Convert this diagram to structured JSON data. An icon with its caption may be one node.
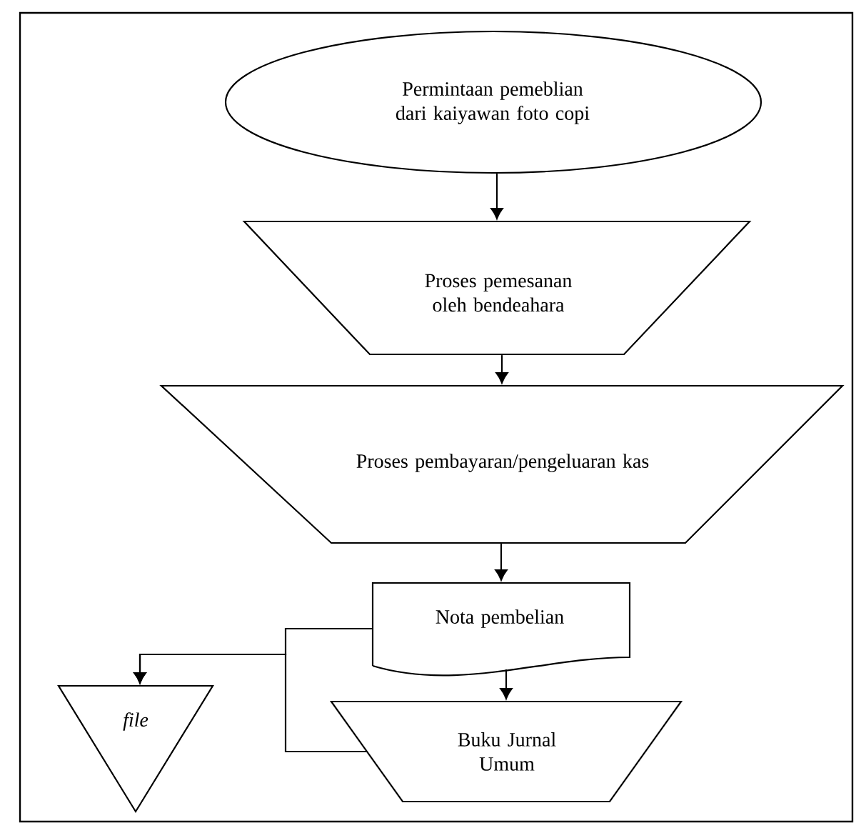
{
  "diagram": {
    "nodes": [
      {
        "text": [
          "Permintaan pemeblian dari kaiyawan foto copi"
        ]
      },
      {
        "text": [
          "Proses pemesanan oleh bendeahara"
        ]
      },
      {
        "text": [
          "Proses pembayaran/pengeluaran kas"
        ]
      },
      {
        "text": [
          "Nota pembelian"
        ]
      },
      {
        "text": [
          "Buku Jurnal Umum"
        ]
      },
      {
        "text": [
          "file"
        ]
      }
    ],
    "edges": [
      {
        "from": 0,
        "to": 1,
        "arrow": "to"
      },
      {
        "from": 1,
        "to": 2,
        "arrow": "to"
      },
      {
        "from": 2,
        "to": 3,
        "arrow": "to"
      },
      {
        "from": 3,
        "to": 4,
        "arrow": "to"
      },
      {
        "from": 3,
        "to": 5,
        "arrow": "to"
      },
      {
        "from": 4,
        "to": 5,
        "arrow": "to"
      }
    ]
  }
}
